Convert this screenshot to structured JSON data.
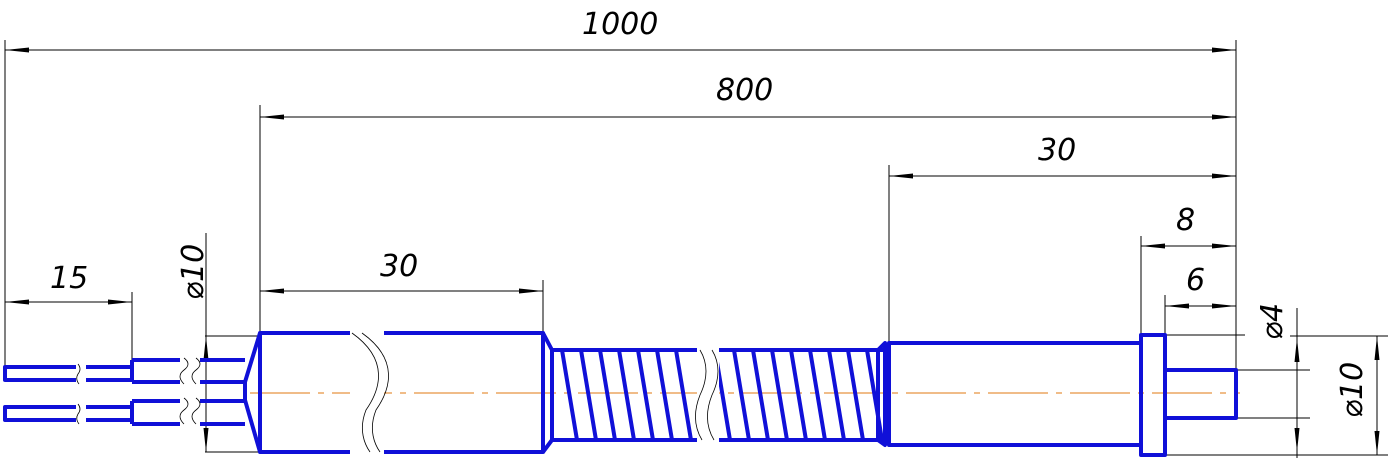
{
  "drawing": {
    "dimensions": {
      "overall_length": "1000",
      "body_length": "800",
      "rear_tube_length": "30",
      "flange_to_tip": "8",
      "pin_length": "6",
      "lead_length": "15",
      "front_sleeve_length": "30",
      "lead_diameter": "⌀10",
      "pin_diameter": "⌀4",
      "flange_diameter": "⌀10"
    },
    "colors": {
      "part": "#1010d8",
      "axis": "#e07a10",
      "dimension": "#000000"
    }
  }
}
